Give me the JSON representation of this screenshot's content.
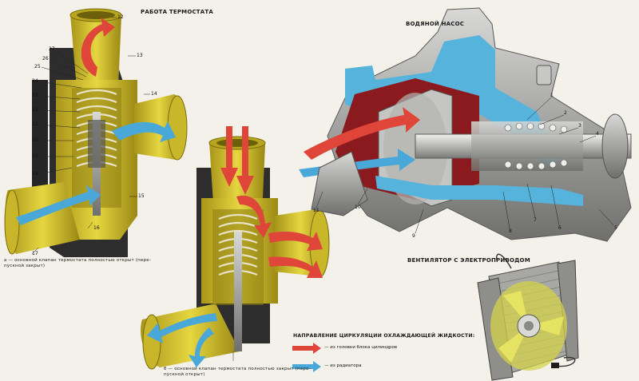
{
  "headings": {
    "thermostat": "РАБОТА ТЕРМОСТАТА",
    "pump": "ВОДЯНОЙ НАСОС",
    "fan": "ВЕНТИЛЯТОР С ЭЛЕКТРОПРИВОДОМ",
    "legend": "НАПРАВЛЕНИЕ ЦИРКУЛЯЦИИ ОХЛАЖДАЮЩЕЙ ЖИДКОСТИ:"
  },
  "captions": {
    "a": [
      "а — основной клапан термостата полностью открыт (пере-",
      "пускной закрыт)"
    ],
    "b": [
      "б — основной клапан термостата полностью закрыт (пере-",
      "пускной открыт)"
    ]
  },
  "legend": {
    "red": "— из головки блока цилиндров",
    "blue": "— из радиатора"
  },
  "colors": {
    "housing_yellow": "#d8c42a",
    "housing_shade": "#9c8a12",
    "rubber_black": "#2b2b2b",
    "flow_red": "#e0453a",
    "flow_blue": "#4aa8d8",
    "pump_red": "#8b1a1e",
    "pump_blue": "#56b3dc",
    "metal_gray": "#a9aaa8"
  },
  "callouts": {
    "left": [
      "12",
      "13",
      "14",
      "15",
      "16",
      "17",
      "18",
      "19",
      "20",
      "21",
      "22",
      "23",
      "24",
      "25",
      "26",
      "27"
    ],
    "pump": [
      "1",
      "2",
      "3",
      "4",
      "5",
      "6",
      "7",
      "8",
      "9",
      "10",
      "11"
    ]
  }
}
